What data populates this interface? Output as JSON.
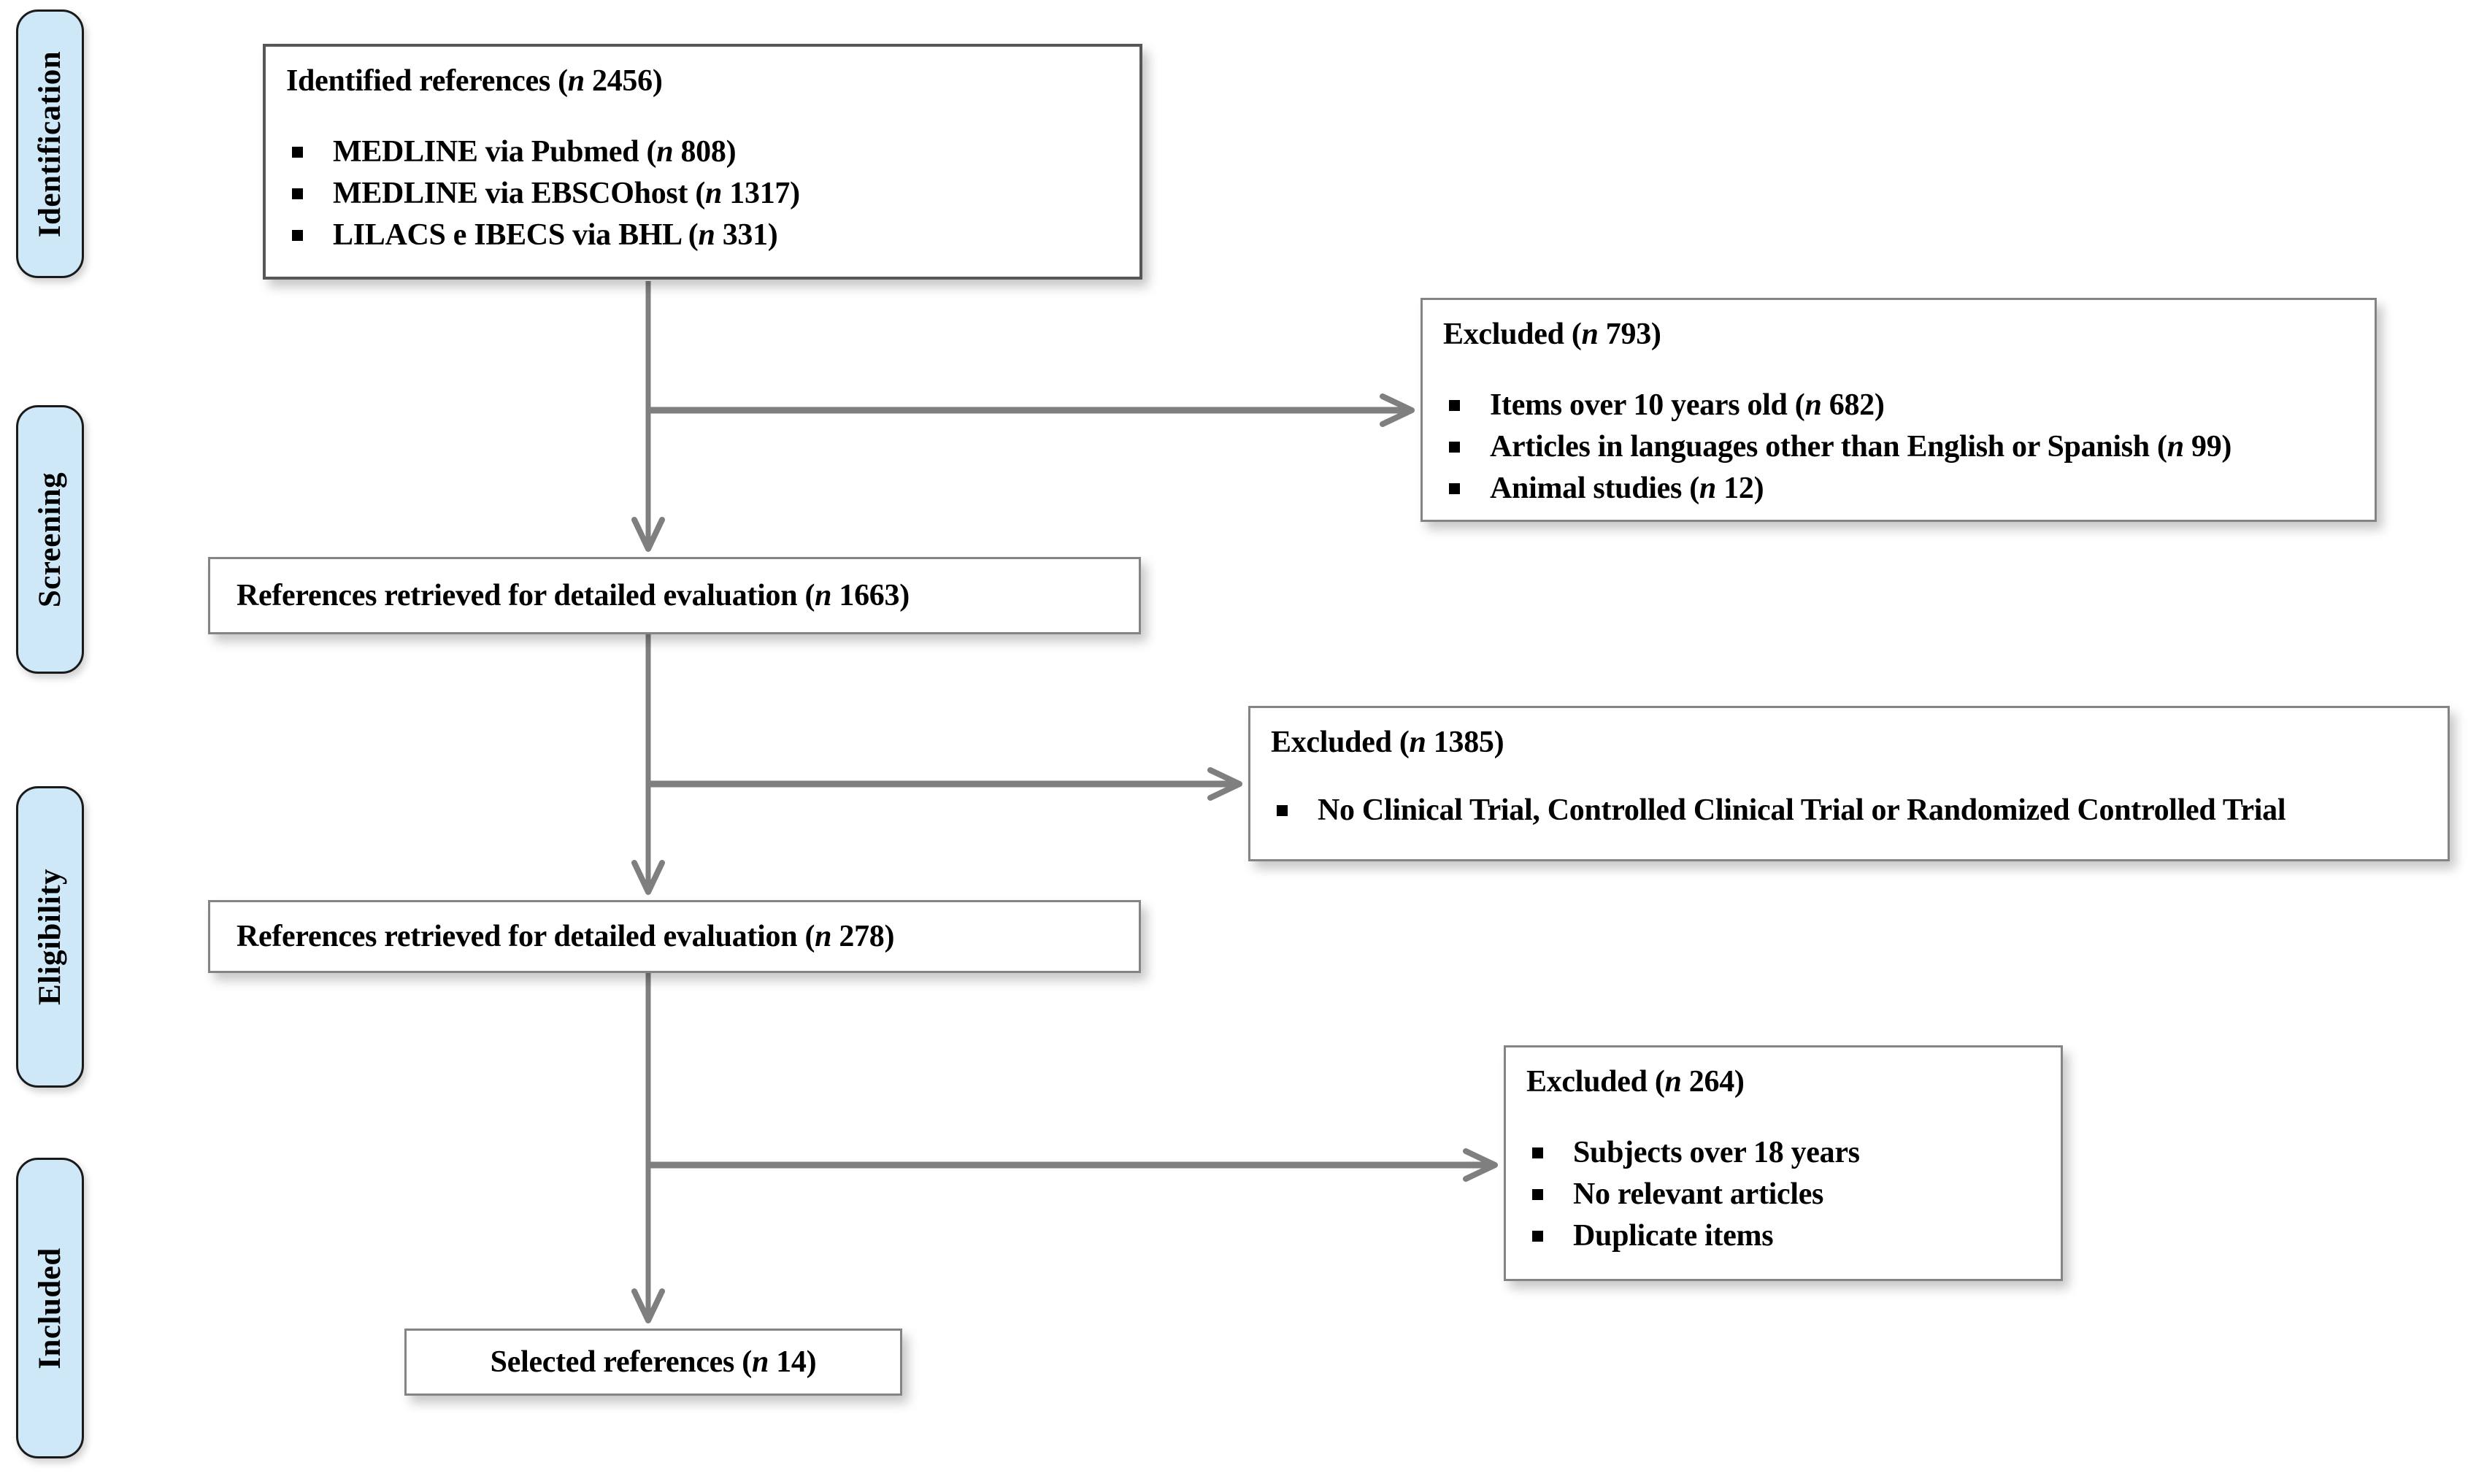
{
  "sidebar": {
    "stages": [
      {
        "label": "Identification"
      },
      {
        "label": "Screening"
      },
      {
        "label": "Eligibility"
      },
      {
        "label": "Included"
      }
    ]
  },
  "boxes": {
    "identified": {
      "title": {
        "pre": "Identified references (",
        "n": "n",
        "post": " 2456)"
      },
      "items": [
        {
          "pre": "MEDLINE via Pubmed (",
          "n": "n",
          "post": " 808)"
        },
        {
          "pre": "MEDLINE via EBSCOhost (",
          "n": "n",
          "post": " 1317)"
        },
        {
          "pre": "LILACS e IBECS via BHL (",
          "n": "n",
          "post": " 331)"
        }
      ]
    },
    "excluded_screening": {
      "title": {
        "pre": "Excluded (",
        "n": "n",
        "post": " 793)"
      },
      "items": [
        {
          "pre": "Items over 10 years old (",
          "n": "n",
          "post": " 682)"
        },
        {
          "pre": "Articles in languages other than English or Spanish (",
          "n": "n",
          "post": " 99)"
        },
        {
          "pre": "Animal studies (",
          "n": "n",
          "post": " 12)"
        }
      ]
    },
    "retrieved_screening": {
      "title": {
        "pre": "References retrieved for detailed evaluation (",
        "n": "n",
        "post": " 1663)"
      }
    },
    "excluded_eligibility": {
      "title": {
        "pre": "Excluded (",
        "n": "n",
        "post": " 1385)"
      },
      "items": [
        {
          "pre": "No Clinical Trial, Controlled Clinical Trial or Randomized Controlled Trial",
          "n": "",
          "post": ""
        }
      ]
    },
    "retrieved_eligibility": {
      "title": {
        "pre": "References retrieved for detailed evaluation (",
        "n": "n",
        "post": " 278)"
      }
    },
    "excluded_included": {
      "title": {
        "pre": "Excluded (",
        "n": "n",
        "post": " 264)"
      },
      "items": [
        {
          "pre": "Subjects over 18 years",
          "n": "",
          "post": ""
        },
        {
          "pre": "No relevant articles",
          "n": "",
          "post": ""
        },
        {
          "pre": "Duplicate items",
          "n": "",
          "post": ""
        }
      ]
    },
    "selected": {
      "title": {
        "pre": "Selected references (",
        "n": "n",
        "post": " 14)"
      }
    }
  },
  "colors": {
    "background": "#ffffff",
    "stage_fill": "#cfe8f8",
    "stage_border": "#1a1a1a",
    "box_border": "#848484",
    "box_border_dark": "#575757",
    "arrow": "#7f7f7f",
    "text": "#000000"
  }
}
